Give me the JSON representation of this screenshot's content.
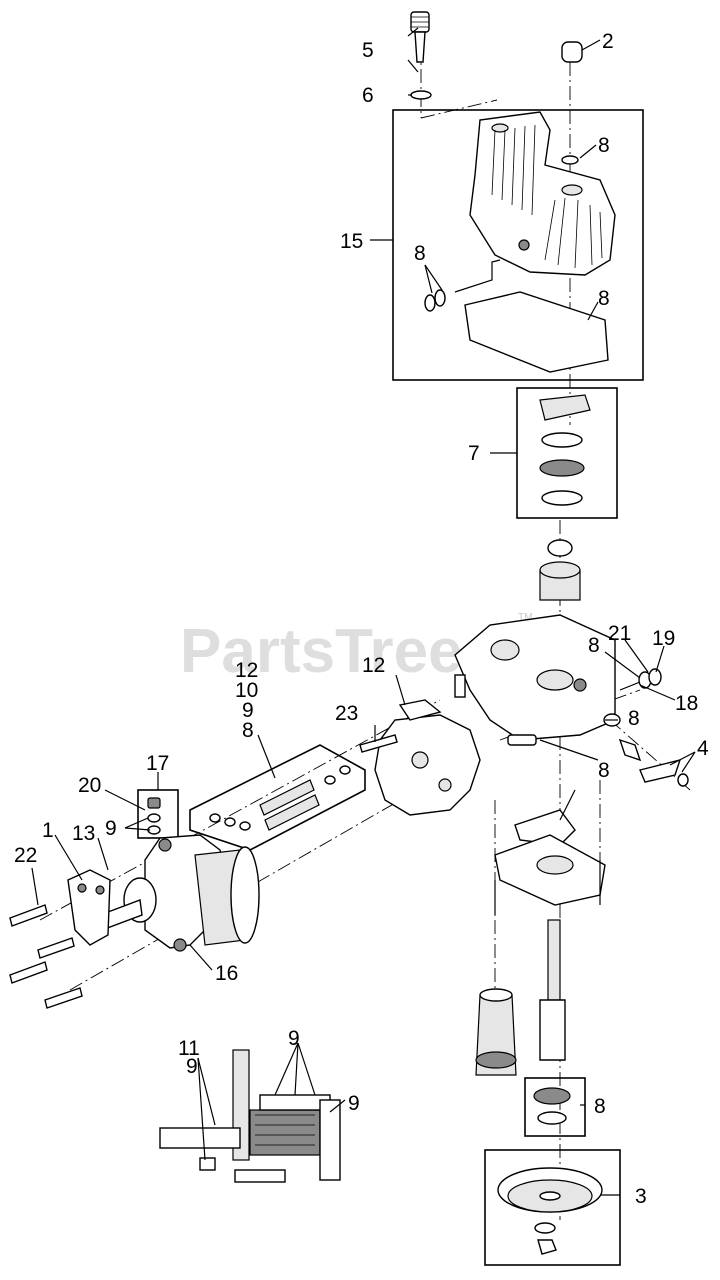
{
  "watermark": {
    "text": "PartsTree",
    "trademark": "TM"
  },
  "callouts": {
    "c1": "1",
    "c2": "2",
    "c3": "3",
    "c4": "4",
    "c5": "5",
    "c6": "6",
    "c7": "7",
    "c8a": "8",
    "c8b": "8",
    "c8c": "8",
    "c8d": "8",
    "c8e": "8",
    "c8f": "8",
    "c8g": "8",
    "c8h": "8",
    "c9a": "9",
    "c9b": "9",
    "c9c": "9",
    "c9d": "9",
    "c9e": "9",
    "c10": "10",
    "c11": "11",
    "c12a": "12",
    "c12b": "12",
    "c13": "13",
    "c15": "15",
    "c16": "16",
    "c17": "17",
    "c18": "18",
    "c19": "19",
    "c20": "20",
    "c21": "21",
    "c22": "22",
    "c23": "23"
  }
}
